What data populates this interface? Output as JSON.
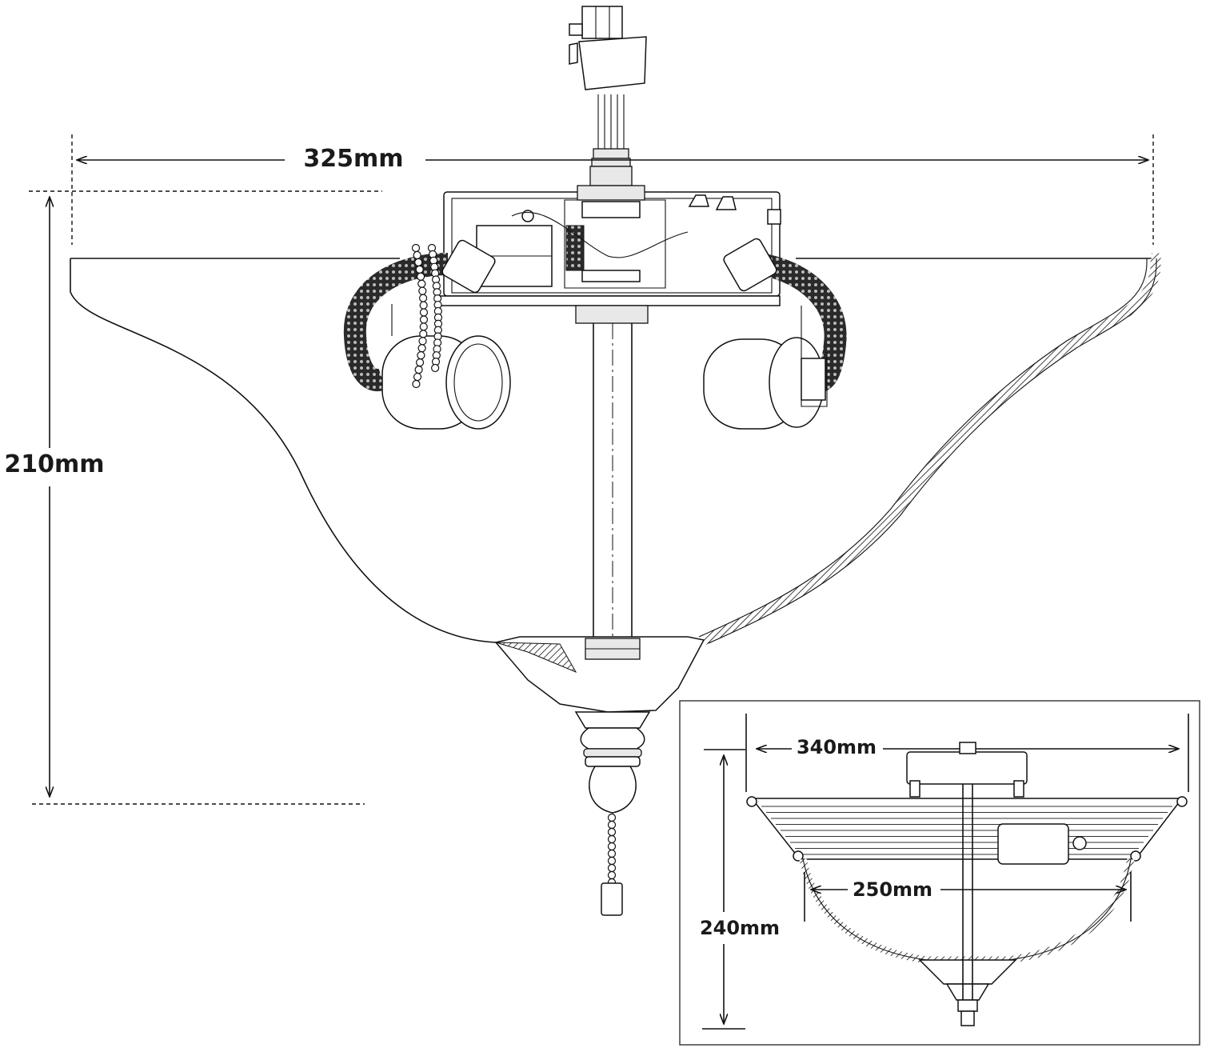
{
  "main_view": {
    "width_label": "325mm",
    "height_label": "210mm"
  },
  "inset_view": {
    "width_label": "340mm",
    "inner_width_label": "250mm",
    "height_label": "240mm"
  }
}
